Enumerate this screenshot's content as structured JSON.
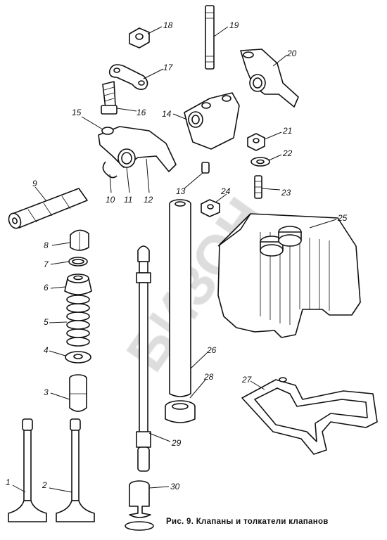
{
  "caption": "Рис. 9. Клапаны и толкатели клапанов",
  "watermark": "БИЗОН",
  "labels": [
    "1",
    "2",
    "3",
    "4",
    "5",
    "6",
    "7",
    "8",
    "9",
    "10",
    "11",
    "12",
    "13",
    "14",
    "15",
    "16",
    "17",
    "18",
    "19",
    "20",
    "21",
    "22",
    "23",
    "24",
    "25",
    "26",
    "27",
    "28",
    "29",
    "30"
  ]
}
